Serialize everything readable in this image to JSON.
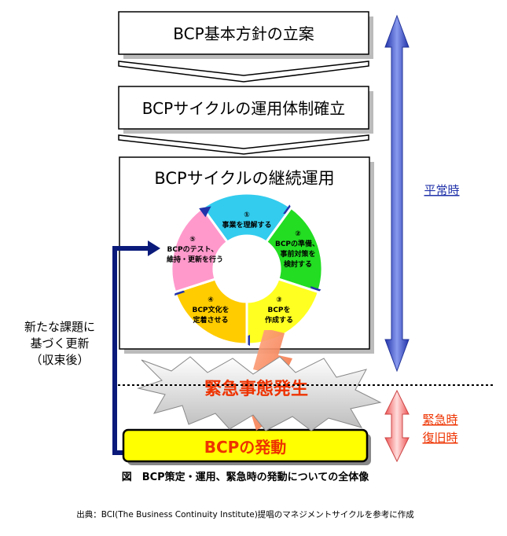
{
  "boxes": {
    "step1": "BCP基本方針の立案",
    "step2": "BCPサイクルの運用体制確立",
    "step3_title": "BCPサイクルの継続運用"
  },
  "cycle": [
    {
      "num": "①",
      "line1": "事業を理解する",
      "line2": "",
      "line3": "",
      "color": "#33CCEE"
    },
    {
      "num": "②",
      "line1": "BCPの準備、",
      "line2": "事前対策を",
      "line3": "検討する",
      "color": "#22DD22"
    },
    {
      "num": "③",
      "line1": "BCPを",
      "line2": "作成する",
      "line3": "",
      "color": "#FFFF22"
    },
    {
      "num": "④",
      "line1": "BCP文化を",
      "line2": "定着させる",
      "line3": "",
      "color": "#FFCC00"
    },
    {
      "num": "⑤",
      "line1": "BCPのテスト、",
      "line2": "維持・更新を行う",
      "line3": "",
      "color": "#FF99CC"
    }
  ],
  "labels": {
    "heiji": "平常時",
    "kinkyu_line1": "緊急時",
    "kinkyu_line2": "復旧時",
    "emergency": "緊急事態発生",
    "activation": "BCPの発動",
    "update_line1": "新たな課題に",
    "update_line2": "基づく更新",
    "update_line3": "（収束後）"
  },
  "caption": "図　BCP策定・運用、緊急時の発動についての全体像",
  "source": "出典：BCI(The Business Continuity Institute)提唱のマネジメントサイクルを参考に作成",
  "colors": {
    "blue_arrow": "#3344BB",
    "pink_arrow": "#EE6666",
    "activation_fill": "#FFFF00",
    "emergency_text": "#EE3300",
    "feedback_arrow": "#0A1A7A"
  }
}
